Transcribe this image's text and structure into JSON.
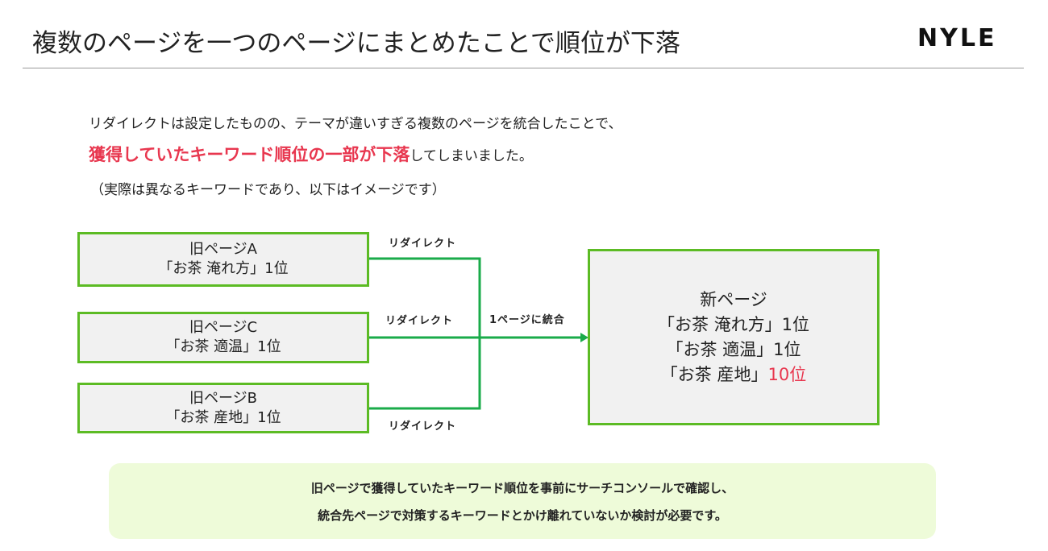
{
  "title": "複数のページを一つのページにまとめたことで順位が下落",
  "logo": "NYLE",
  "intro": {
    "line1": "リダイレクトは設定したものの、テーマが違いすぎる複数のページを統合したことで、",
    "line2_highlight": "獲得していたキーワード順位の一部が下落",
    "line2_rest": "してしまいました。",
    "line3": "（実際は異なるキーワードであり、以下はイメージです）"
  },
  "diagram": {
    "old_pages": [
      {
        "name": "旧ページA",
        "keyword": "「お茶 淹れ方」1位"
      },
      {
        "name": "旧ページC",
        "keyword": "「お茶 適温」1位"
      },
      {
        "name": "旧ページB",
        "keyword": "「お茶 産地」1位"
      }
    ],
    "redirect_labels": [
      "リダイレクト",
      "リダイレクト",
      "リダイレクト"
    ],
    "merge_label": "1ページに統合",
    "new_page": {
      "name": "新ページ",
      "rows": [
        {
          "keyword": "「お茶 淹れ方」",
          "rank": "1位"
        },
        {
          "keyword": "「お茶 適温」",
          "rank": "1位"
        },
        {
          "keyword": "「お茶 産地」",
          "rank": "10位"
        }
      ]
    }
  },
  "note": {
    "line1": "旧ページで獲得していたキーワード順位を事前にサーチコンソールで確認し、",
    "line2": "統合先ページで対策するキーワードとかけ離れていないか検討が必要です。"
  },
  "colors": {
    "accent_green": "#5cbb24",
    "line_green": "#1aab4a",
    "highlight_red": "#e8374f",
    "note_bg": "#eefbd9"
  }
}
